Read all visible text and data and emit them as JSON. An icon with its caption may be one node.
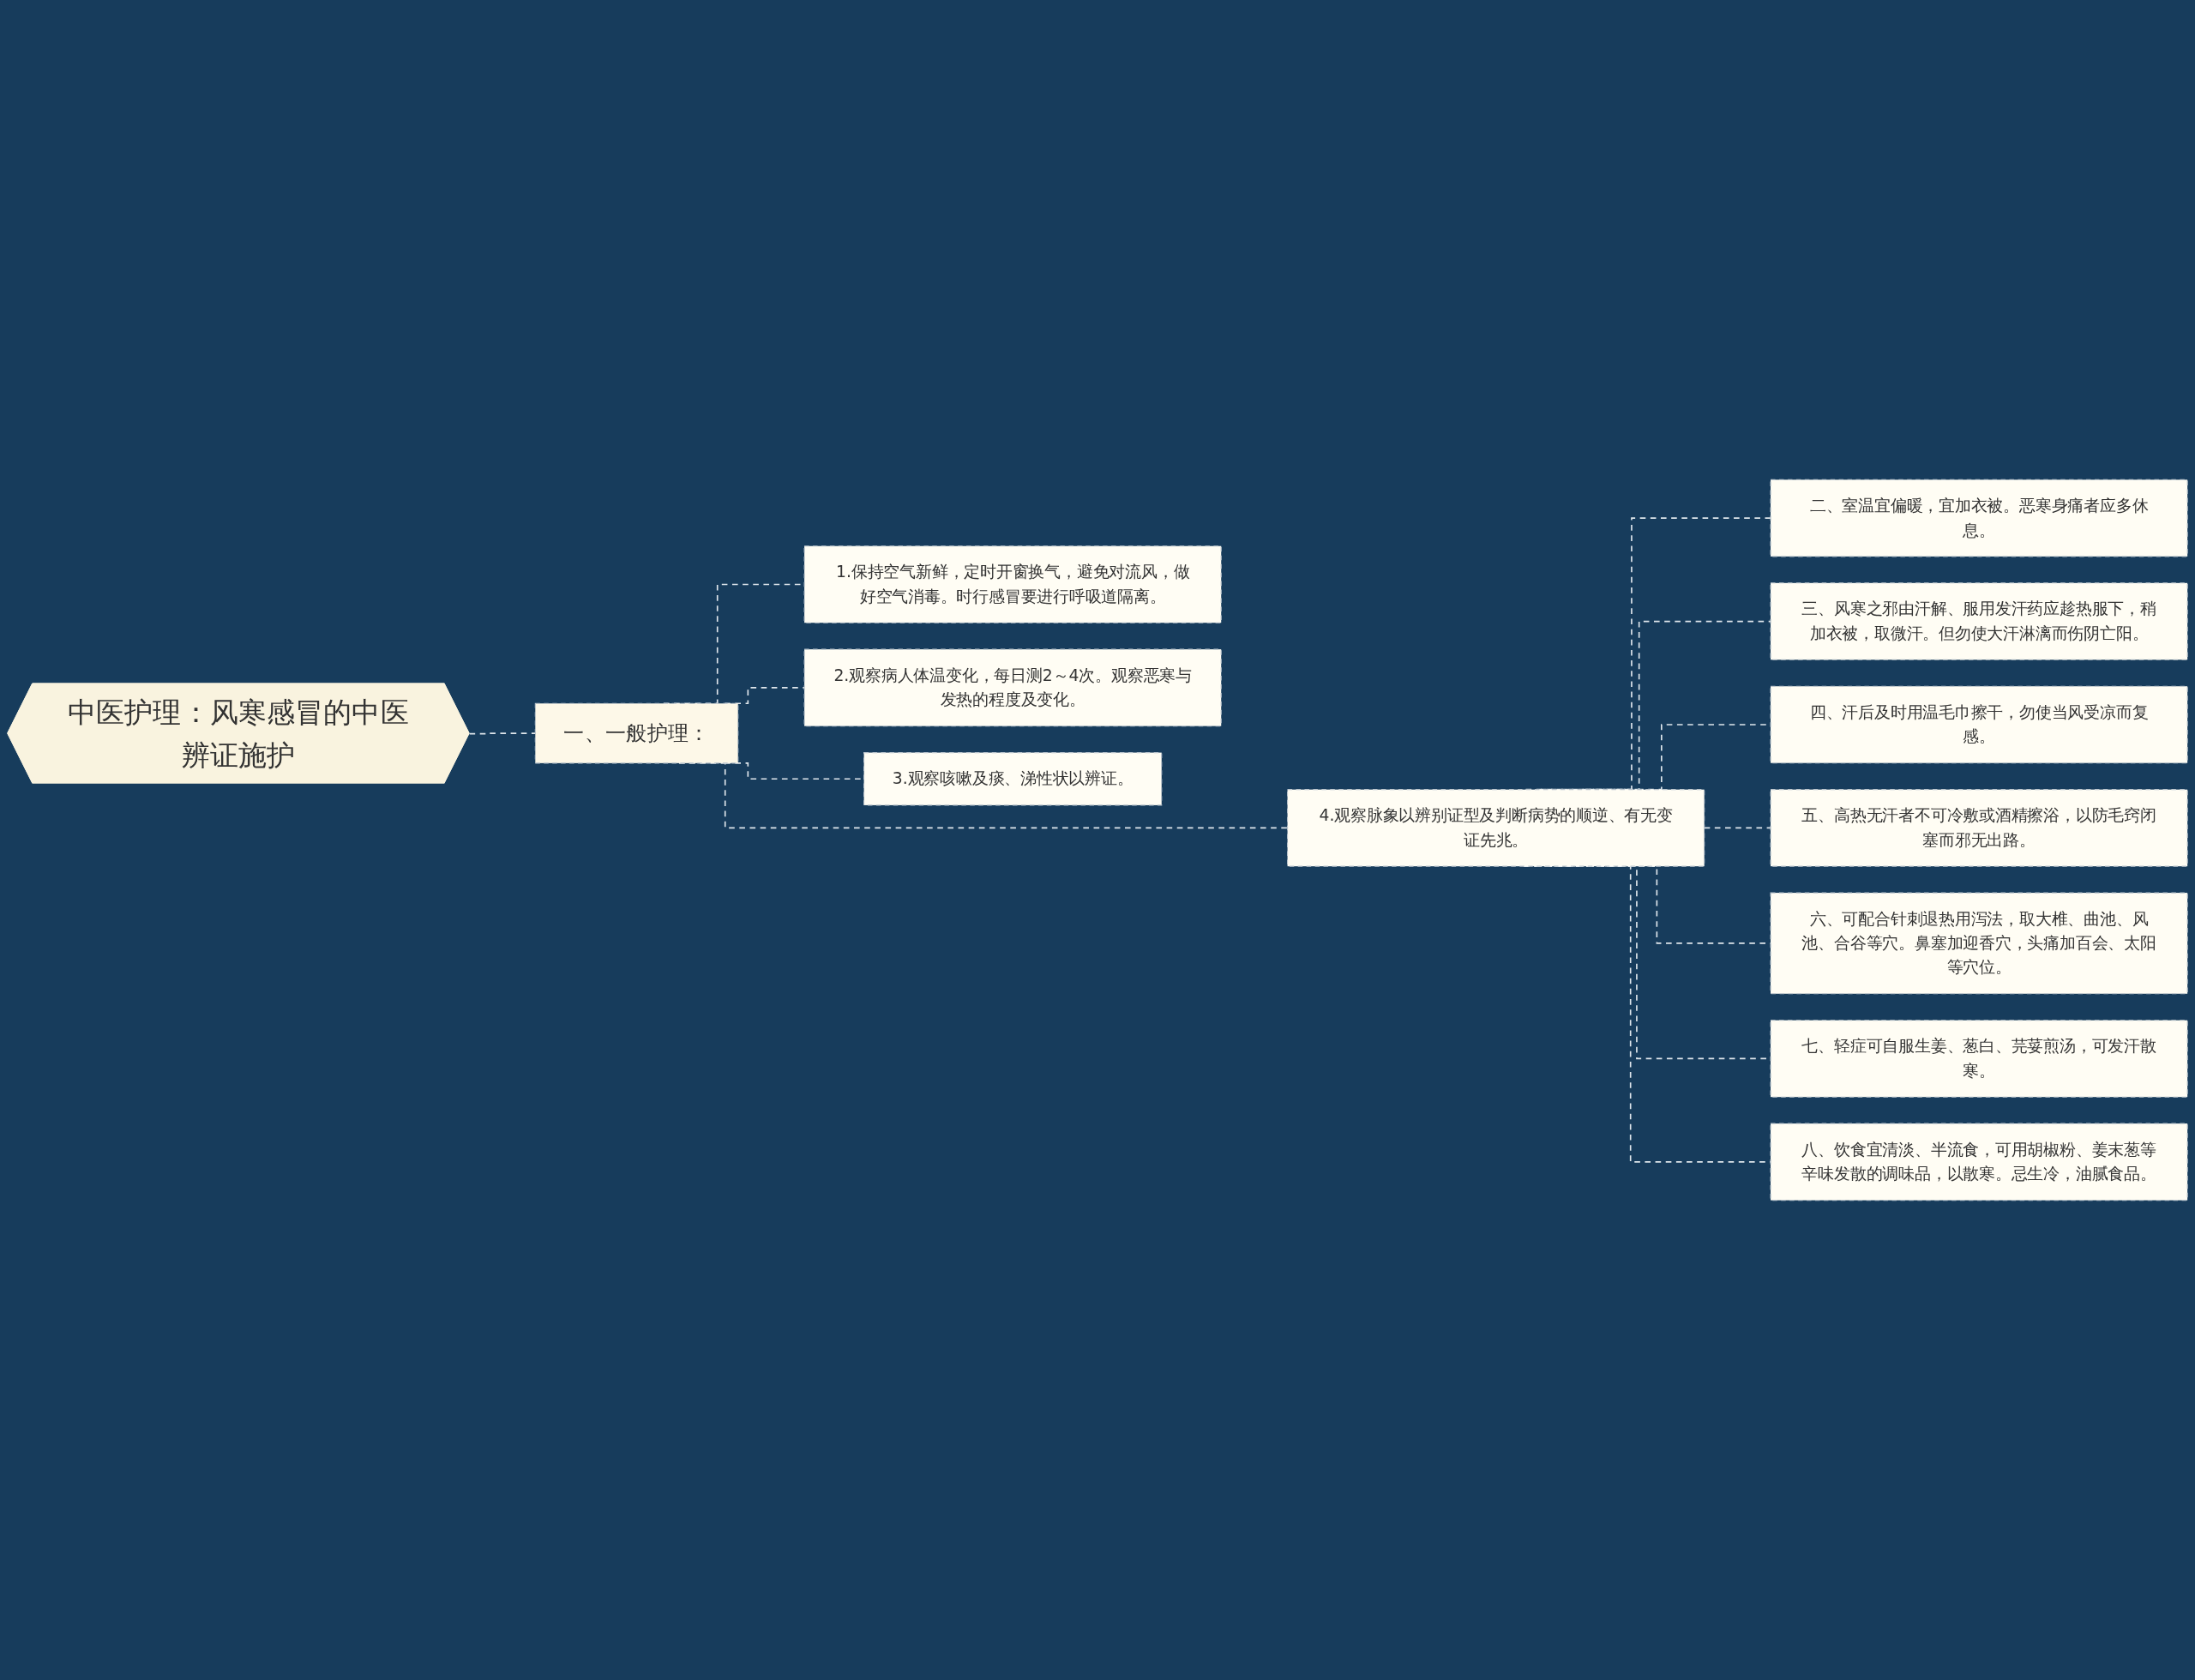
{
  "diagram": {
    "nodes": [
      {
        "text": [
          "中医护理：风寒感冒的中医辨证施护"
        ]
      },
      {
        "text": [
          "一、一般护理："
        ]
      },
      {
        "text": [
          "1.保持空气新鲜，定时开窗换气，避免对流风，做好空气消毒。时行感冒要进行呼吸道隔离。"
        ]
      },
      {
        "text": [
          "2.观察病人体温变化，每日测2～4次。观察恶寒与发热的程度及变化。"
        ]
      },
      {
        "text": [
          "3.观察咳嗽及痰、涕性状以辨证。"
        ]
      },
      {
        "text": [
          "4.观察脉象以辨别证型及判断病势的顺逆、有无变证先兆。"
        ]
      },
      {
        "text": [
          "二、室温宜偏暖，宜加衣被。恶寒身痛者应多休息。"
        ]
      },
      {
        "text": [
          "三、风寒之邪由汗解、服用发汗药应趁热服下，稍加衣被，取微汗。但勿使大汗淋漓而伤阴亡阳。"
        ]
      },
      {
        "text": [
          "四、汗后及时用温毛巾擦干，勿使当风受凉而复感。"
        ]
      },
      {
        "text": [
          "五、高热无汗者不可冷敷或酒精擦浴，以防毛窍闭塞而邪无出路。"
        ]
      },
      {
        "text": [
          "六、可配合针刺退热用泻法，取大椎、曲池、风池、合谷等穴。鼻塞加迎香穴，头痛加百会、太阳等穴位。"
        ]
      },
      {
        "text": [
          "七、轻症可自服生姜、葱白、芫荽煎汤，可发汗散寒。"
        ]
      },
      {
        "text": [
          "八、饮食宜清淡、半流食，可用胡椒粉、姜末葱等辛味发散的调味品，以散寒。忌生冷，油腻食品。"
        ]
      }
    ],
    "edges": [
      {
        "from": 0,
        "to": 1,
        "arrow": "none",
        "style": "dashed"
      },
      {
        "from": 1,
        "to": 2,
        "arrow": "none",
        "style": "dashed"
      },
      {
        "from": 1,
        "to": 3,
        "arrow": "none",
        "style": "dashed"
      },
      {
        "from": 1,
        "to": 4,
        "arrow": "none",
        "style": "dashed"
      },
      {
        "from": 1,
        "to": 5,
        "arrow": "none",
        "style": "dashed"
      },
      {
        "from": 5,
        "to": 6,
        "arrow": "none",
        "style": "dashed"
      },
      {
        "from": 5,
        "to": 7,
        "arrow": "none",
        "style": "dashed"
      },
      {
        "from": 5,
        "to": 8,
        "arrow": "none",
        "style": "dashed"
      },
      {
        "from": 5,
        "to": 9,
        "arrow": "none",
        "style": "dashed"
      },
      {
        "from": 5,
        "to": 10,
        "arrow": "none",
        "style": "dashed"
      },
      {
        "from": 5,
        "to": 11,
        "arrow": "none",
        "style": "dashed"
      },
      {
        "from": 5,
        "to": 12,
        "arrow": "none",
        "style": "dashed"
      }
    ]
  }
}
